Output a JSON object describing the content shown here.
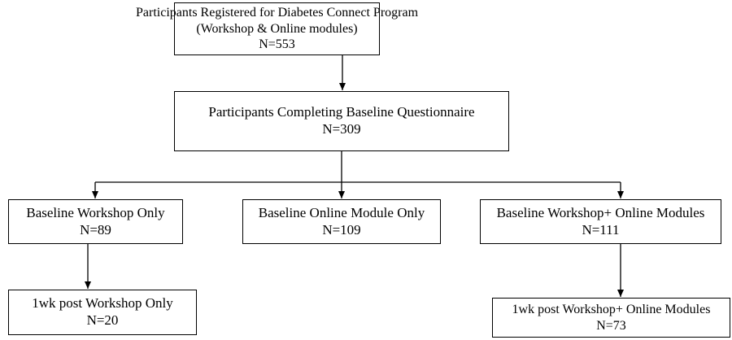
{
  "boxes": {
    "registered": {
      "line1": "Participants Registered for Diabetes Connect Program",
      "line2": "(Workshop & Online modules)",
      "count": "N=553"
    },
    "baseline": {
      "line1": "Participants Completing Baseline Questionnaire",
      "count": "N=309"
    },
    "workshop_only": {
      "line1": "Baseline Workshop Only",
      "count": "N=89"
    },
    "online_only": {
      "line1": "Baseline Online Module Only",
      "count": "N=109"
    },
    "workshop_online": {
      "line1": "Baseline Workshop+ Online Modules",
      "count": "N=111"
    },
    "post_workshop_only": {
      "line1": "1wk post Workshop Only",
      "count": "N=20"
    },
    "post_workshop_online": {
      "line1": "1wk post Workshop+ Online Modules",
      "count": "N=73"
    }
  }
}
